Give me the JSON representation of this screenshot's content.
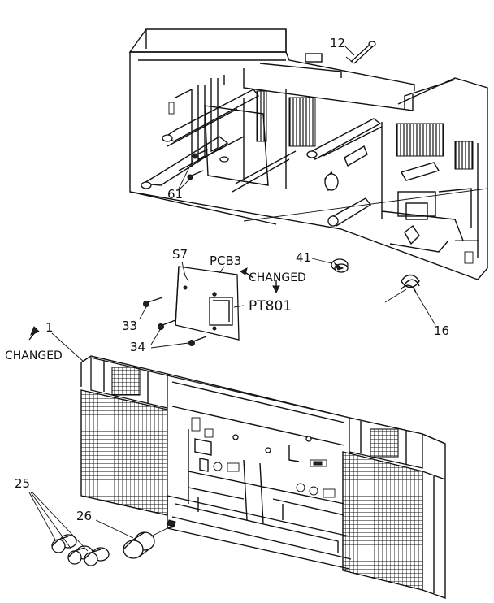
{
  "callouts": {
    "c12": "12",
    "c61": "61",
    "c41": "41",
    "c16": "16",
    "c57": "S7",
    "pcb": "PCB3",
    "pcb_changed": "CHANGED",
    "pt": "PT801",
    "c33": "33",
    "c34": "34",
    "c1": "1",
    "c1_changed": "CHANGED",
    "c25": "25",
    "c26": "26"
  }
}
